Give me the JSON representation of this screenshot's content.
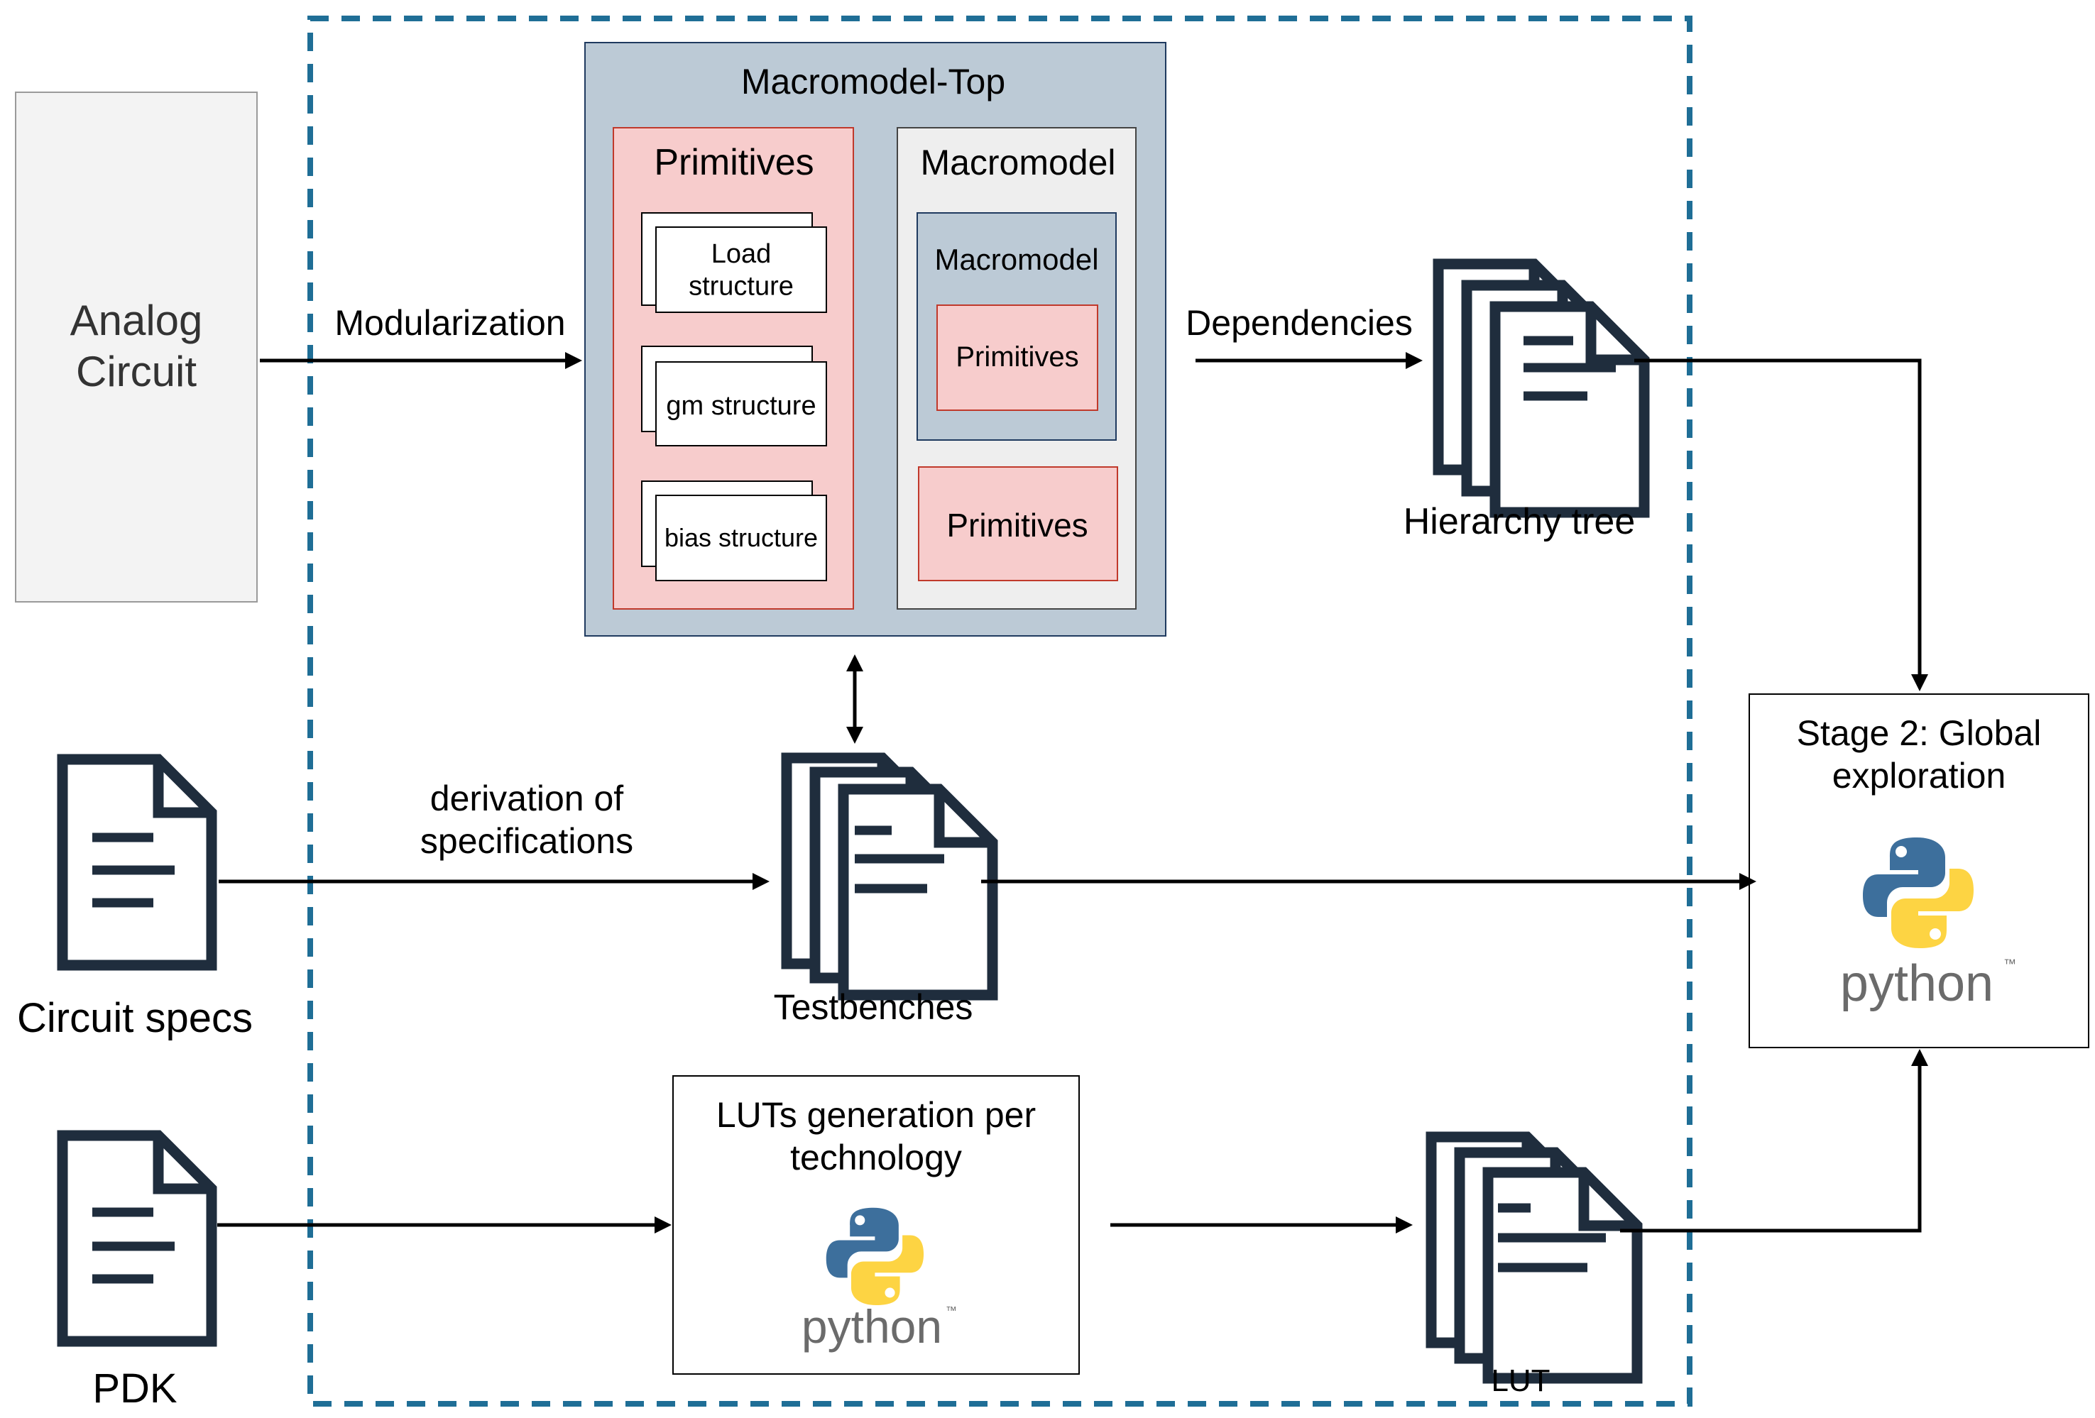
{
  "inputs": {
    "analog_circuit": "Analog\nCircuit",
    "circuit_specs": "Circuit specs",
    "pdk": "PDK"
  },
  "macromodel_top": {
    "title": "Macromodel-Top",
    "primitives_panel": {
      "title": "Primitives",
      "items": [
        "Load\nstructure",
        "gm structure",
        "bias structure"
      ]
    },
    "macromodel_panel": {
      "title": "Macromodel",
      "inner_title": "Macromodel",
      "inner_primitives": "Primitives",
      "primitives": "Primitives"
    }
  },
  "edges": {
    "modularization": "Modularization",
    "dependencies": "Dependencies",
    "derivation": "derivation of\nspecifications"
  },
  "outputs": {
    "hierarchy_tree": "Hierarchy tree",
    "testbenches": "Testbenches",
    "lut": "LUT"
  },
  "lut_generation": {
    "title": "LUTs generation per\ntechnology",
    "logo_text": "python",
    "logo_tm": "™"
  },
  "stage2": {
    "title": "Stage 2: Global\nexploration",
    "logo_text": "python",
    "logo_tm": "™"
  },
  "colors": {
    "dashed_border": "#1f6e96",
    "macromodel_top_fill": "#bccad6",
    "primitives_fill": "#f7cccc",
    "primitives_stroke": "#c0392b",
    "macromodel_fill": "#eeeeee",
    "inner_macromodel_fill": "#bccad6",
    "analog_fill": "#f3f3f3",
    "doc_icon": "#1f2d3d",
    "python_blue": "#3d6f9c",
    "python_yellow": "#fdd443",
    "python_text": "#6b6b6b"
  },
  "icons": {
    "doc": "document-icon",
    "docs": "document-stack-icon",
    "python": "python-logo-icon"
  }
}
